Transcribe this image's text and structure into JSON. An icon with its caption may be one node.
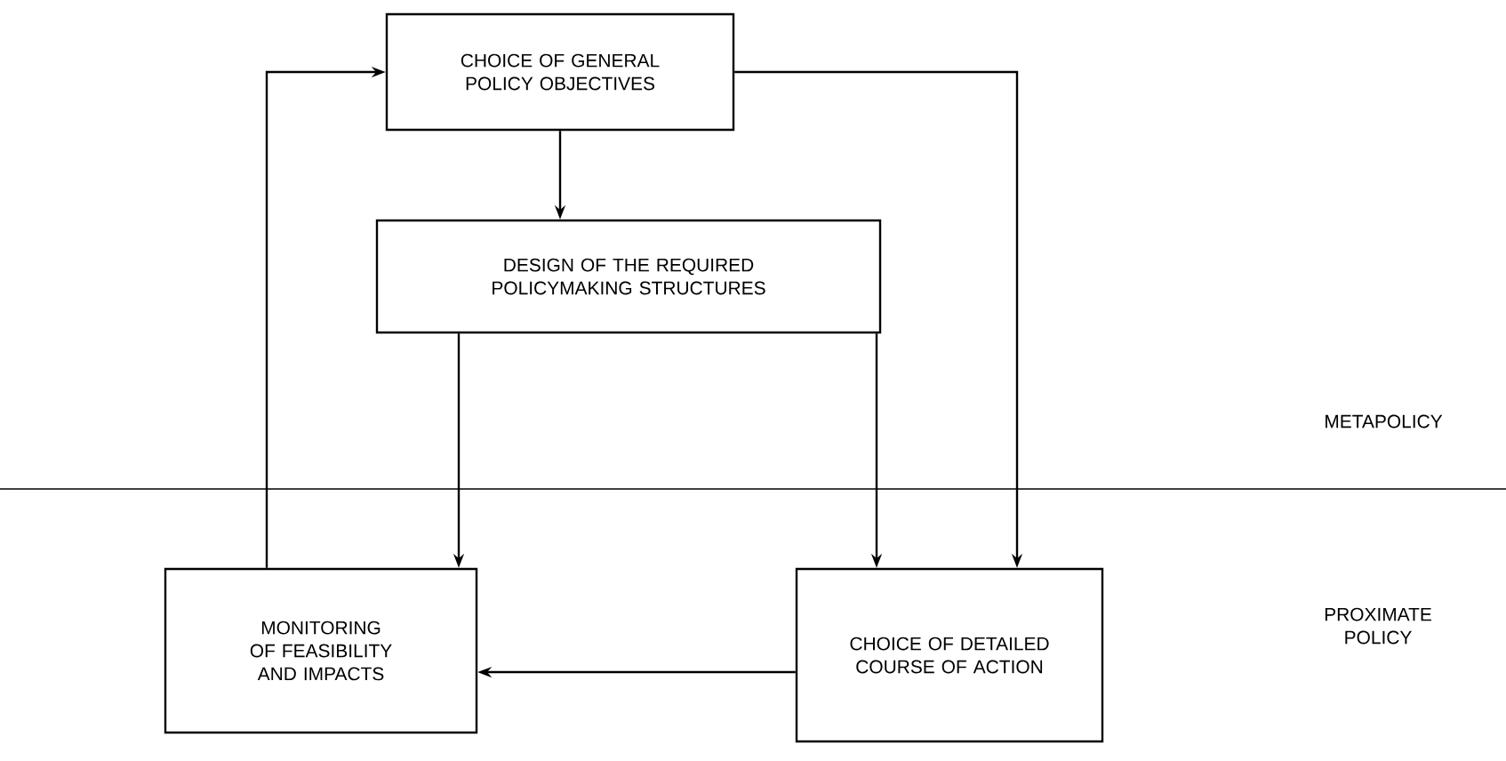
{
  "diagram": {
    "nodes": [
      {
        "text": [
          "CHOICE OF GENERAL POLICY OBJECTIVES"
        ]
      },
      {
        "text": [
          "DESIGN OF THE REQUIRED POLICYMAKING STRUCTURES"
        ]
      },
      {
        "text": [
          "MONITORING OF FEASIBILITY AND IMPACTS"
        ]
      },
      {
        "text": [
          "CHOICE OF DETAILED COURSE OF ACTION"
        ]
      }
    ],
    "edges": [
      {
        "from": 0,
        "to": 1,
        "arrow": "to"
      },
      {
        "from": 1,
        "to": 2,
        "arrow": "to"
      },
      {
        "from": 1,
        "to": 3,
        "arrow": "to"
      },
      {
        "from": 0,
        "to": 3,
        "arrow": "to"
      },
      {
        "from": 3,
        "to": 2,
        "arrow": "to"
      },
      {
        "from": 2,
        "to": 0,
        "arrow": "to"
      }
    ],
    "labels": [
      "METAPOLICY",
      "PROXIMATE POLICY"
    ]
  }
}
